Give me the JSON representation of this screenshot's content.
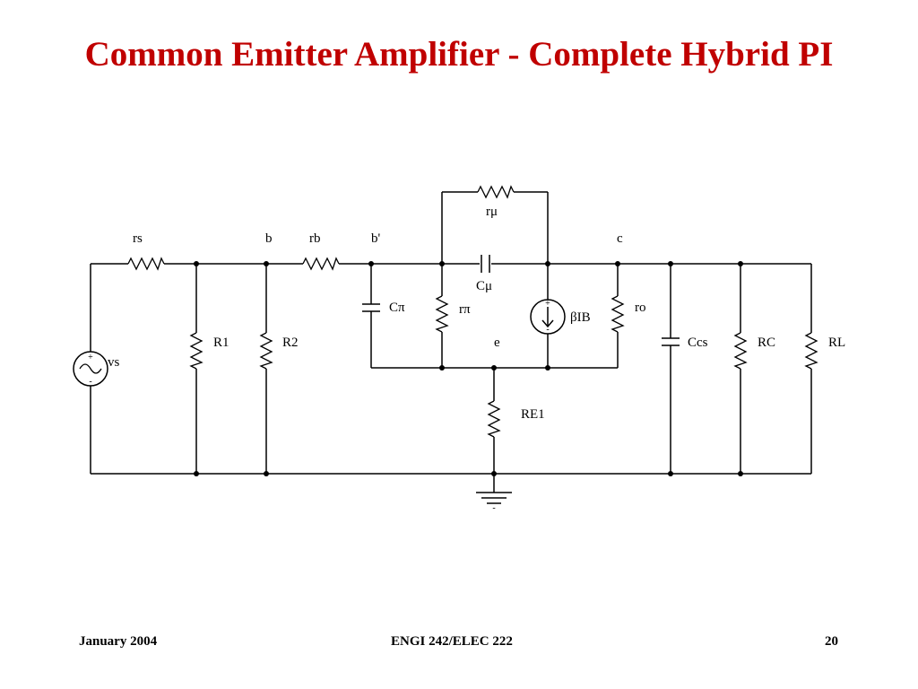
{
  "slide": {
    "title": "Common Emitter Amplifier - Complete Hybrid PI"
  },
  "nodes": {
    "b": "b",
    "b_prime": "b'",
    "c": "c",
    "e": "e"
  },
  "components": {
    "source": "vs",
    "rs": "rs",
    "r1": "R1",
    "r2": "R2",
    "rb": "rb",
    "c_pi": "Cπ",
    "r_pi": "rπ",
    "r_mu": "rμ",
    "c_mu": "Cμ",
    "dep_source": "βIB",
    "ro": "ro",
    "ccs": "Ccs",
    "rc": "RC",
    "rl": "RL",
    "re1": "RE1"
  },
  "footer": {
    "date": "January  2004",
    "course": "ENGI 242/ELEC 222",
    "page": "20"
  }
}
